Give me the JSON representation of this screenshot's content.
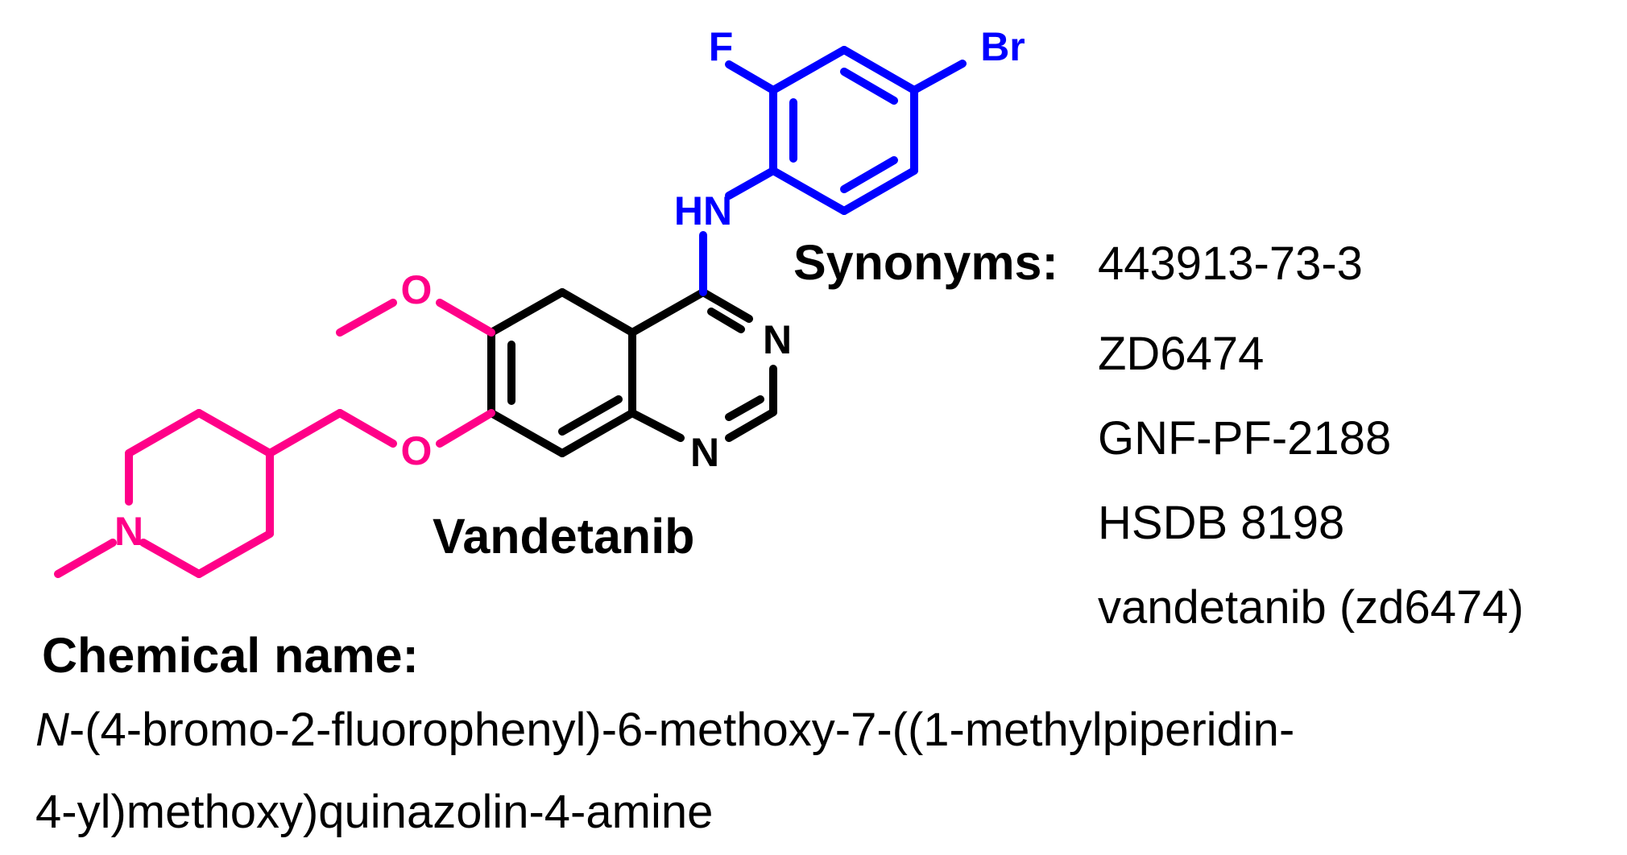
{
  "colors": {
    "core": "#000000",
    "aniline": "#0000ff",
    "side_chain": "#ff0088",
    "text": "#000000"
  },
  "structure": {
    "atoms": {
      "fluorine": "F",
      "bromine": "Br",
      "amine": "HN",
      "ring_nitrogen_top": "N",
      "ring_nitrogen_bottom": "N",
      "methoxy_oxygen": "O",
      "ether_oxygen": "O",
      "piperidine_nitrogen": "N"
    }
  },
  "compound_name": "Vandetanib",
  "synonyms": {
    "heading": "Synonyms:",
    "items": [
      "443913-73-3",
      "ZD6474",
      "GNF-PF-2188",
      "HSDB 8198",
      "vandetanib (zd6474)"
    ]
  },
  "chemical_name": {
    "heading": "Chemical name:",
    "italic_prefix": "N",
    "line1_rest": "-(4-bromo-2-fluorophenyl)-6-methoxy-7-((1-methylpiperidin-",
    "line2": "4-yl)methoxy)quinazolin-4-amine"
  }
}
